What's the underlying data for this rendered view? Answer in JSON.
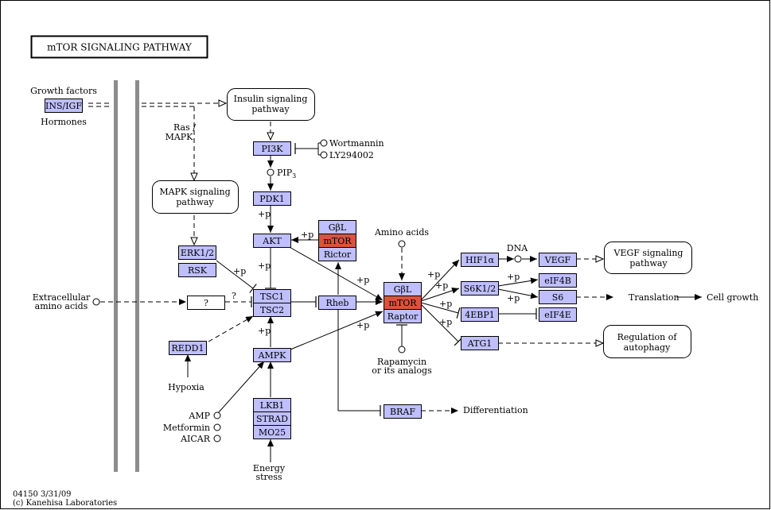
{
  "title": "mTOR SIGNALING PATHWAY",
  "colors": {
    "gene_fill": "#bfbfff",
    "highlight_fill": "#d9533e",
    "stroke": "#000000",
    "membrane": "#8c8c8c"
  },
  "genes": {
    "ins_igf": "INS/IGF",
    "pi3k": "PI3K",
    "pdk1": "PDK1",
    "akt": "AKT",
    "gbl_1": "GβL",
    "mtor_1": "mTOR",
    "rictor": "Rictor",
    "erk12": "ERK1/2",
    "rsk": "RSK",
    "tsc1": "TSC1",
    "tsc2": "TSC2",
    "rheb": "Rheb",
    "gbl_2": "GβL",
    "mtor_2": "mTOR",
    "raptor": "Raptor",
    "redd1": "REDD1",
    "ampk": "AMPK",
    "lkb1": "LKB1",
    "strad": "STRAD",
    "mo25": "MO25",
    "hif1a": "HIF1α",
    "vegf": "VEGF",
    "s6k12": "S6K1/2",
    "eif4b": "eIF4B",
    "s6": "S6",
    "ebp1": "4EBP1",
    "eif4e": "eIF4E",
    "atg1": "ATG1",
    "braf": "BRAF",
    "unknown": "?"
  },
  "pathways": {
    "insulin": [
      "Insulin signaling",
      "pathway"
    ],
    "mapk": [
      "MAPK signaling",
      "pathway"
    ],
    "vegf": [
      "VEGF signaling",
      "pathway"
    ],
    "autophagy": [
      "Regulation of",
      "autophagy"
    ]
  },
  "labels": {
    "growth_factors": "Growth factors",
    "hormones": "Hormones",
    "ras": "Ras /",
    "mapk_small": "MAPK",
    "wortmannin": "Wortmannin",
    "ly294002": "LY294002",
    "pip": "PIP",
    "pip_sub": "3",
    "amino_acids": "Amino acids",
    "dna": "DNA",
    "extracellular_1": "Extracellular",
    "extracellular_2": "amino acids",
    "question": "?",
    "translation": "Translation",
    "cell_growth": "Cell growth",
    "rapamycin_1": "Rapamycin",
    "rapamycin_2": "or its analogs",
    "hypoxia": "Hypoxia",
    "amp": "AMP",
    "metformin": "Metformin",
    "aicar": "AICAR",
    "energy_1": "Energy",
    "energy_2": "stress",
    "differentiation": "Differentiation",
    "plus_p": "+p"
  },
  "footer": {
    "line1": "04150 3/31/09",
    "line2": "(c) Kanehisa Laboratories"
  }
}
